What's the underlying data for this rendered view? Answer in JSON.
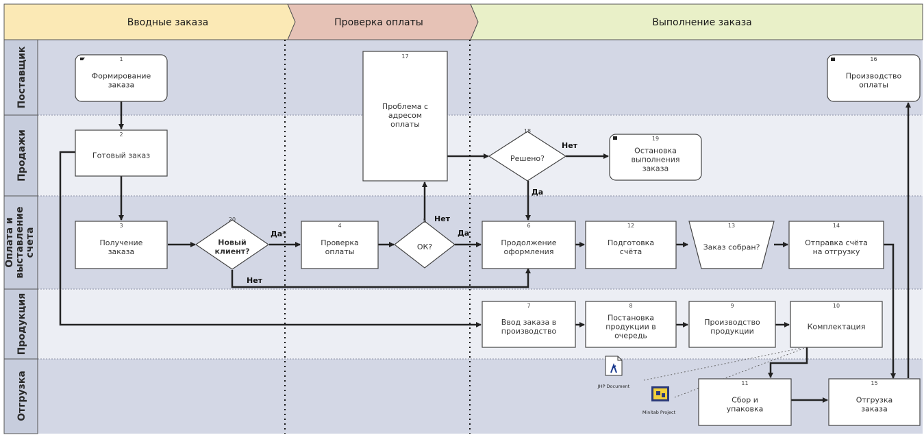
{
  "phases": [
    "Вводные заказа",
    "Проверка оплаты",
    "Выполнение заказа"
  ],
  "lanes": [
    "Поставщик",
    "Продажи",
    "Оплата и выставление счета",
    "Продукция",
    "Отгрузка"
  ],
  "nodes": {
    "n1": {
      "num": "1",
      "text": [
        "Формирование",
        "заказа"
      ]
    },
    "n2": {
      "num": "2",
      "text": [
        "Готовый заказ"
      ]
    },
    "n3": {
      "num": "3",
      "text": [
        "Получение",
        "заказа"
      ]
    },
    "n20": {
      "num": "20",
      "text": [
        "Новый",
        "клиент?"
      ]
    },
    "n4": {
      "num": "4",
      "text": [
        "Проверка",
        "оплаты"
      ]
    },
    "n5": {
      "num": "5",
      "text": [
        "ОК?"
      ]
    },
    "n17": {
      "num": "17",
      "text": [
        "Проблема с",
        "адресом",
        "оплаты"
      ]
    },
    "n18": {
      "num": "18",
      "text": [
        "Решено?"
      ]
    },
    "n19": {
      "num": "19",
      "text": [
        "Остановка",
        "выполнения",
        "заказа"
      ]
    },
    "n16": {
      "num": "16",
      "text": [
        "Производство",
        "оплаты"
      ]
    },
    "n6": {
      "num": "6",
      "text": [
        "Продолжение",
        "оформления"
      ]
    },
    "n12": {
      "num": "12",
      "text": [
        "Подготовка",
        "счёта"
      ]
    },
    "n13": {
      "num": "13",
      "text": [
        "Заказ собран?"
      ]
    },
    "n14": {
      "num": "14",
      "text": [
        "Отправка счёта",
        "на отгрузку"
      ]
    },
    "n7": {
      "num": "7",
      "text": [
        "Ввод заказа в",
        "производство"
      ]
    },
    "n8": {
      "num": "8",
      "text": [
        "Постановка",
        "продукции в",
        "очередь"
      ]
    },
    "n9": {
      "num": "9",
      "text": [
        "Производство",
        "продукции"
      ]
    },
    "n10": {
      "num": "10",
      "text": [
        "Комплектация"
      ]
    },
    "n11": {
      "num": "11",
      "text": [
        "Сбор и",
        "упаковка"
      ]
    },
    "n15": {
      "num": "15",
      "text": [
        "Отгрузка",
        "заказа"
      ]
    }
  },
  "edge_labels": {
    "yes": "Да",
    "no": "Нет",
    "yes_new_client": "Да*"
  },
  "attachments": {
    "doc": "JHP Document",
    "project": "Minitab Project"
  },
  "colors": {
    "phase_fill": [
      "#fbe9b5",
      "#e6c2b6",
      "#e9f0c8"
    ],
    "lane_header": "#c7cddd",
    "lane_dark": "#d3d7e5",
    "lane_light": "#eceef4",
    "node_border": "#444444"
  }
}
